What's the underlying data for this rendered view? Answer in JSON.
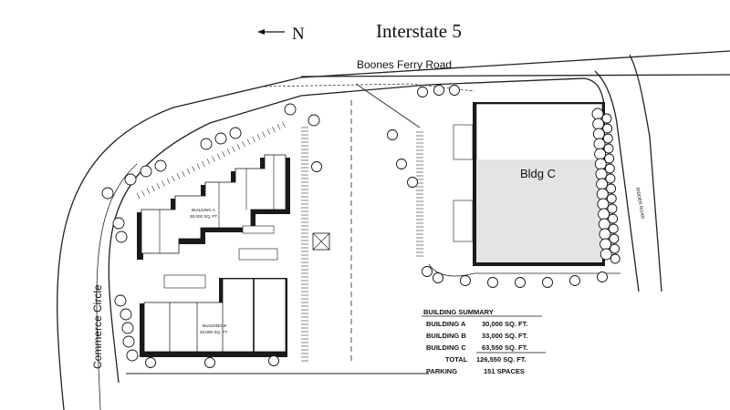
{
  "header": {
    "north_label": "N",
    "highway": "Interstate 5"
  },
  "roads": {
    "top": "Boones Ferry Road",
    "left": "Commerce Circle",
    "right": "RIDDER ROAD"
  },
  "buildings": {
    "a": {
      "name": "BUILDING A",
      "area": "30,000 SQ. FT."
    },
    "b": {
      "name": "BUILDING B",
      "area": "33,000 SQ. FT."
    },
    "c": {
      "name": "Bldg C"
    }
  },
  "summary": {
    "title": "BUILDING SUMMARY",
    "rows": [
      {
        "label": "BUILDING A",
        "value": "30,000 SQ. FT."
      },
      {
        "label": "BUILDING B",
        "value": "33,000 SQ. FT."
      },
      {
        "label": "BUILDING C",
        "value": "63,550 SQ. FT."
      },
      {
        "label": "TOTAL",
        "value": "126,550 SQ. FT."
      },
      {
        "label": "PARKING",
        "value": "151 SPACES"
      }
    ]
  },
  "colors": {
    "ink": "#1a1a1a",
    "shade": "#e4e4e4"
  }
}
